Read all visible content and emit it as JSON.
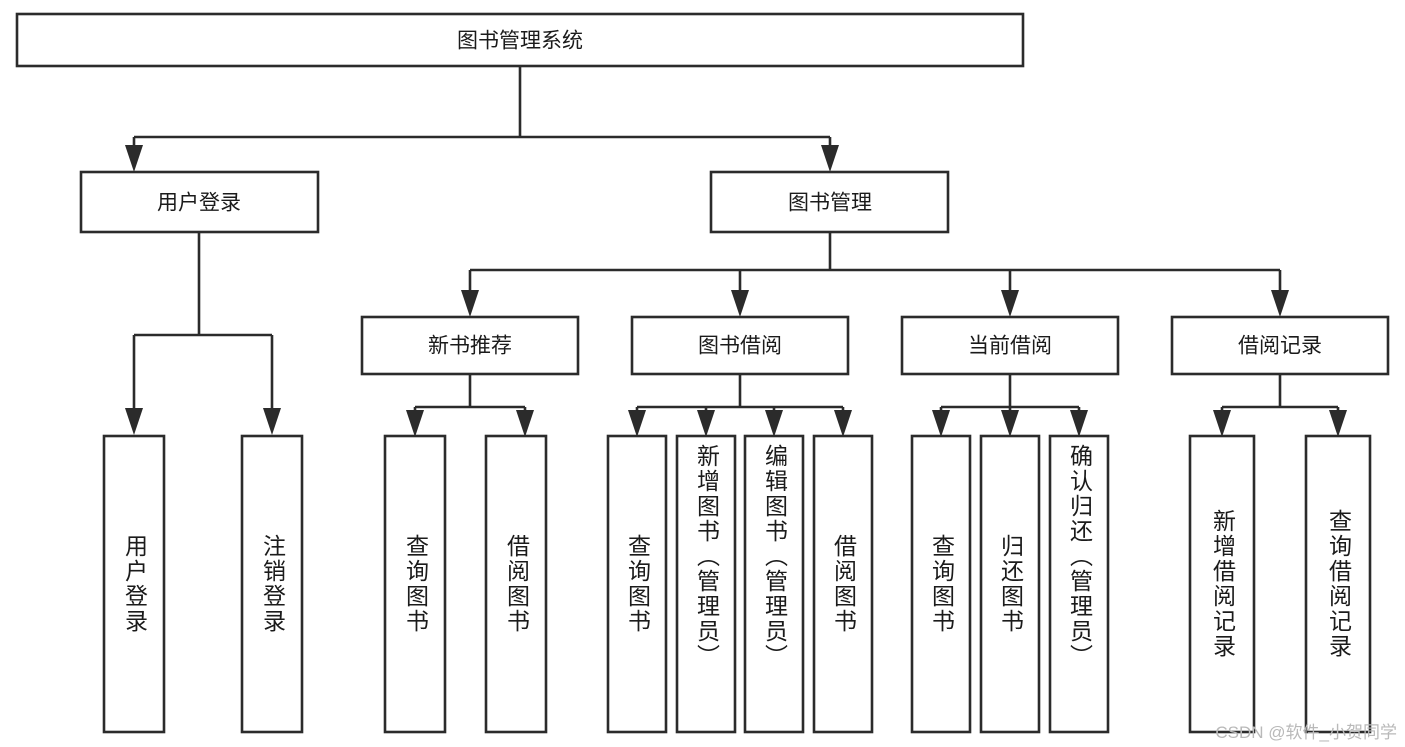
{
  "diagram": {
    "title": "图书管理系统",
    "type": "tree-hierarchy-chart",
    "root": {
      "id": "root",
      "label": "图书管理系统",
      "orientation": "horizontal"
    },
    "level2": [
      {
        "id": "user-login",
        "label": "用户登录",
        "orientation": "horizontal"
      },
      {
        "id": "book-manage",
        "label": "图书管理",
        "orientation": "horizontal"
      }
    ],
    "level3": [
      {
        "id": "new-book-recommend",
        "label": "新书推荐",
        "orientation": "horizontal",
        "parent": "book-manage"
      },
      {
        "id": "book-borrow",
        "label": "图书借阅",
        "orientation": "horizontal",
        "parent": "book-manage"
      },
      {
        "id": "current-borrow",
        "label": "当前借阅",
        "orientation": "horizontal",
        "parent": "book-manage"
      },
      {
        "id": "borrow-record",
        "label": "借阅记录",
        "orientation": "horizontal",
        "parent": "book-manage"
      }
    ],
    "leaves": [
      {
        "id": "leaf-user-login",
        "label": "用户登录",
        "orientation": "vertical",
        "parent": "user-login"
      },
      {
        "id": "leaf-user-logout",
        "label": "注销登录",
        "orientation": "vertical",
        "parent": "user-login"
      },
      {
        "id": "leaf-query-book-1",
        "label": "查询图书",
        "orientation": "vertical",
        "parent": "new-book-recommend"
      },
      {
        "id": "leaf-borrow-book-1",
        "label": "借阅图书",
        "orientation": "vertical",
        "parent": "new-book-recommend"
      },
      {
        "id": "leaf-query-book-2",
        "label": "查询图书",
        "orientation": "vertical",
        "parent": "book-borrow"
      },
      {
        "id": "leaf-add-book",
        "label": "新增图书（管理员）",
        "orientation": "vertical",
        "parent": "book-borrow"
      },
      {
        "id": "leaf-edit-book",
        "label": "编辑图书（管理员）",
        "orientation": "vertical",
        "parent": "book-borrow"
      },
      {
        "id": "leaf-borrow-book-2",
        "label": "借阅图书",
        "orientation": "vertical",
        "parent": "book-borrow"
      },
      {
        "id": "leaf-query-book-3",
        "label": "查询图书",
        "orientation": "vertical",
        "parent": "current-borrow"
      },
      {
        "id": "leaf-return-book",
        "label": "归还图书",
        "orientation": "vertical",
        "parent": "current-borrow"
      },
      {
        "id": "leaf-confirm-return",
        "label": "确认归还（管理员）",
        "orientation": "vertical",
        "parent": "current-borrow"
      },
      {
        "id": "leaf-add-record",
        "label": "新增借阅记录",
        "orientation": "vertical",
        "parent": "borrow-record"
      },
      {
        "id": "leaf-query-record",
        "label": "查询借阅记录",
        "orientation": "vertical",
        "parent": "borrow-record"
      }
    ],
    "colors": {
      "box_stroke": "#2b2b2b",
      "box_fill": "#ffffff",
      "connector": "#2b2b2b",
      "text": "#1b1b1b",
      "background": "#ffffff",
      "watermark": "#b9b9b9"
    }
  },
  "watermark": {
    "text": "CSDN @软件_小贺同学"
  }
}
